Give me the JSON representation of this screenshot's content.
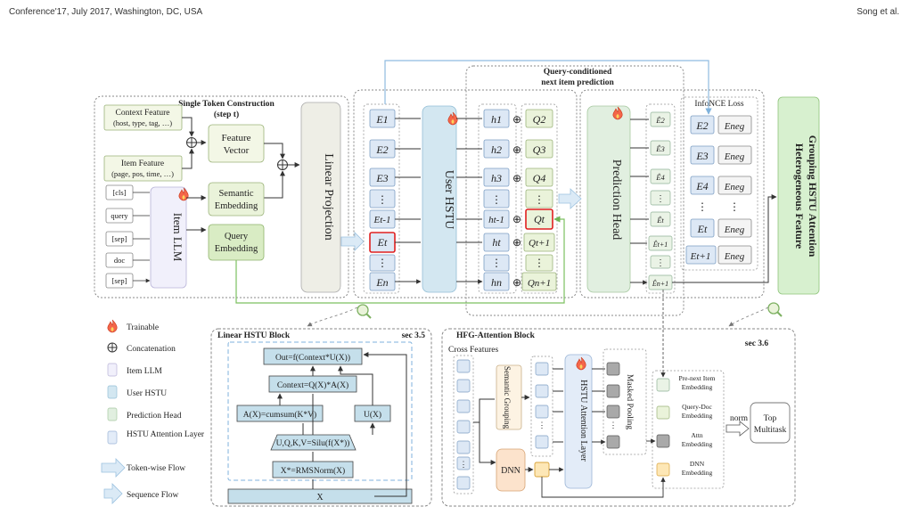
{
  "header": {
    "left": "Conference'17, July 2017, Washington, DC, USA",
    "right": "Song et al."
  },
  "stc": {
    "title": "Single Token Construction",
    "step": "(step t)",
    "context_feature": {
      "line1": "Context Feature",
      "line2": "(host, type, tag, …)"
    },
    "item_feature": {
      "line1": "Item Feature",
      "line2": "(page, pos, time, …)"
    },
    "feature_vector": {
      "line1": "Feature",
      "line2": "Vector"
    },
    "semantic_embedding": {
      "line1": "Semantic",
      "line2": "Embedding"
    },
    "query_embedding": {
      "line1": "Query",
      "line2": "Embedding"
    },
    "item_llm": "Item LLM",
    "tokens": [
      "[cls]",
      "query",
      "[sep]",
      "doc",
      "[sep]"
    ],
    "linear_projection": "Linear Projection"
  },
  "user_hstu": {
    "label": "User HSTU",
    "e": [
      "E1",
      "E2",
      "E3",
      "⋮",
      "Et-1",
      "Et",
      "⋮",
      "En"
    ],
    "h": [
      "h1",
      "h2",
      "h3",
      "⋮",
      "ht-1",
      "ht",
      "⋮",
      "hn"
    ],
    "q": [
      "Q2",
      "Q3",
      "Q4",
      "⋮",
      "Qt",
      "Qt+1",
      "⋮",
      "Qn+1"
    ],
    "oplus": "⊕"
  },
  "query_conditioned": {
    "line1": "Query-conditioned",
    "line2": "next item prediction"
  },
  "prediction": {
    "head": "Prediction Head",
    "infonce": "InfoNCE Loss",
    "ehat": [
      "Ê2",
      "Ê3",
      "Ê4",
      "⋮",
      "Êt",
      "Êt+1",
      "⋮",
      "Ên+1"
    ],
    "pos": [
      "E2",
      "E3",
      "E4",
      "⋮",
      "Et",
      "Et+1"
    ],
    "neg": "Eneg"
  },
  "hfg": {
    "line1": "Heterogeneous Feature",
    "line2": "Grouping HSTU Attention"
  },
  "legend": {
    "items": [
      "Trainable",
      "Concatenation",
      "Item LLM",
      "User HSTU",
      "Prediction Head",
      "HSTU Attention Layer",
      "Token-wise Flow",
      "Sequence Flow"
    ]
  },
  "linear_block": {
    "title": "Linear HSTU Block",
    "sec": "sec 3.5",
    "out": "Out=f(Context*U(X))",
    "context": "Context=Q(X)*A(X)",
    "ax": "A(X)=cumsum(K*V)",
    "ux": "U(X)",
    "uqkv": "U,Q,K,V=Silu(f(X*))",
    "rms": "X*=RMSNorm(X)",
    "x": "X"
  },
  "hfg_block": {
    "title": "HFG-Attention Block",
    "sec": "sec 3.6",
    "cross": "Cross Features",
    "semantic_grouping": "Semantic Grouping",
    "dnn": "DNN",
    "hstu_attention_layer": "HSTU Attention Layer",
    "masked_pooling": "Masked Pooling",
    "outputs": [
      {
        "line1": "Pre-next Item",
        "line2": "Embedding"
      },
      {
        "line1": "Query-Doc",
        "line2": "Embedding"
      },
      {
        "line1": "Attn",
        "line2": "Embedding"
      },
      {
        "line1": "DNN",
        "line2": "Embedding"
      }
    ],
    "norm": "norm",
    "top": {
      "line1": "Top",
      "line2": "Multitask"
    }
  },
  "colors": {
    "item_llm": "#f1f0fb",
    "user_hstu": "#d3e7f1",
    "prediction_head": "#e1efe0",
    "attention_layer": "#e3ecf8",
    "cell_blue": "#dde8f5",
    "cell_green": "#eaf3da",
    "feature_box": "#f3f7e6",
    "linear_block": "#c5dfeb",
    "dnn": "#fce3cc",
    "hfg": "#d7f0cf",
    "grey_cell": "#a9a9a9",
    "highlight_red": "#e02020",
    "flow_blue": "#a8cde8",
    "flow_green": "#86c46c"
  }
}
